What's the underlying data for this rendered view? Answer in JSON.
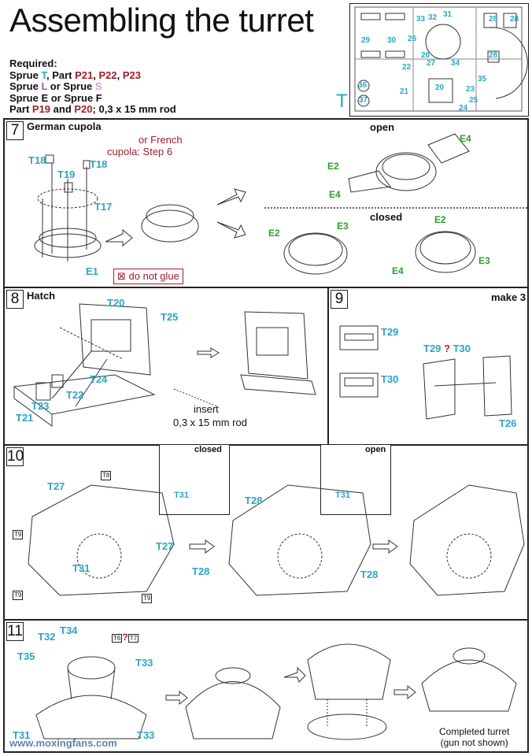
{
  "header": {
    "title": "Assembling the turret",
    "required_label": "Required:",
    "sprue_line": {
      "a": "Sprue ",
      "b": "T",
      "c": ", Part ",
      "d": "P21",
      "e": ", ",
      "f": "P22",
      "g": ", ",
      "h": "P23"
    },
    "sprue_l_line": {
      "a": "Sprue ",
      "b": "L",
      "c": " or Sprue ",
      "d": "S"
    },
    "sprue_e_line": "Sprue E or Sprue F",
    "part_line": {
      "a": "Part ",
      "b": "P19",
      "c": " and ",
      "d": "P20",
      "e": "; 0,3 x 15 mm rod"
    },
    "sprue_letter": "T",
    "sprue_numbers": [
      "33",
      "32",
      "31",
      "28",
      "28",
      "29",
      "30",
      "26",
      "28",
      "26",
      "27",
      "34",
      "22",
      "36",
      "20",
      "35",
      "21",
      "23",
      "37",
      "25",
      "24"
    ]
  },
  "step7": {
    "number": "7",
    "title": "German cupola",
    "alt_note_1": "or French",
    "alt_note_2": "cupola: Step 6",
    "parts": [
      "T18",
      "T19",
      "T18",
      "T17",
      "E1"
    ],
    "do_not_glue": "do not glue",
    "open_label": "open",
    "closed_label": "closed",
    "open_parts": [
      "E4",
      "E2",
      "E4"
    ],
    "closed_parts": [
      "E2",
      "E3",
      "E2",
      "E4",
      "E3"
    ]
  },
  "step8": {
    "number": "8",
    "title": "Hatch",
    "parts": [
      "T20",
      "T25",
      "T24",
      "T22",
      "T23",
      "T21"
    ],
    "insert_1": "insert",
    "insert_2": "0,3 x 15 mm rod"
  },
  "step9": {
    "number": "9",
    "title": "make 3",
    "parts": [
      "T29",
      "T30",
      "T29",
      "?",
      "T30",
      "T26"
    ]
  },
  "step10": {
    "number": "10",
    "closed_label": "closed",
    "open_label": "open",
    "parts": [
      "T27",
      "T8",
      "T28",
      "T31",
      "T31",
      "T27",
      "T9",
      "T31",
      "T28",
      "T28",
      "T9",
      "T9"
    ]
  },
  "step11": {
    "number": "11",
    "parts": [
      "T34",
      "T32",
      "T6",
      "?",
      "T7",
      "T35",
      "T33",
      "T33",
      "T31"
    ],
    "completed_1": "Completed turret",
    "completed_2": "(gun not shown)"
  },
  "watermark": "www.moxingfans.com"
}
